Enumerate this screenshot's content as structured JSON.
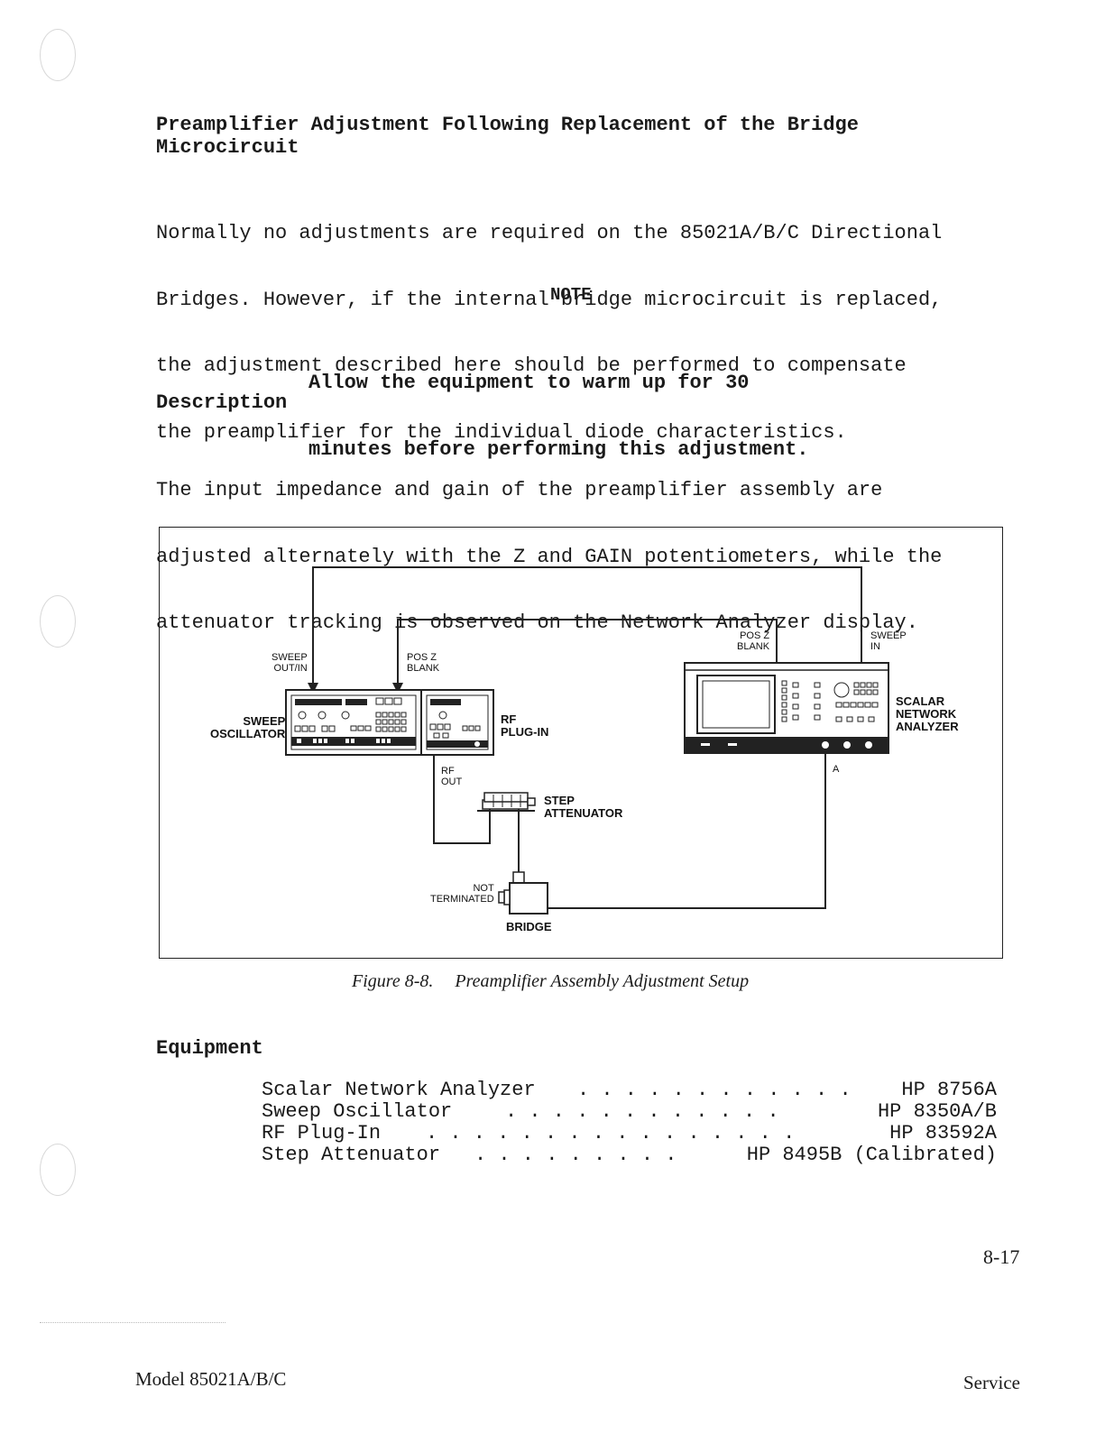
{
  "section_heading_line1": "Preamplifier Adjustment Following Replacement of the Bridge",
  "section_heading_line2": "Microcircuit",
  "intro_lines": [
    "Normally no adjustments are required on the 85021A/B/C Directional",
    "Bridges. However, if the internal bridge microcircuit is replaced,",
    "the adjustment described here should be performed to compensate",
    "the preamplifier for the individual diode characteristics."
  ],
  "note_title": "NOTE",
  "note_lines": [
    "Allow the equipment to warm up for 30",
    "minutes before performing this adjustment."
  ],
  "description_heading": "Description",
  "description_lines": [
    "The input impedance and gain of the preamplifier assembly are",
    "adjusted alternately with the Z and GAIN potentiometers, while the",
    "attenuator tracking is observed on the Network Analyzer display."
  ],
  "figure": {
    "labels": {
      "sweep_out_in": "SWEEP\nOUT/IN",
      "pos_z_blank_left": "POS Z\nBLANK",
      "pos_z_blank_right": "POS Z\nBLANK",
      "sweep_in": "SWEEP\nIN",
      "sweep_oscillator": "SWEEP\nOSCILLATOR",
      "rf_plug_in": "RF\nPLUG-IN",
      "scalar_network_analyzer": "SCALAR\nNETWORK\nANALYZER",
      "rf_out": "RF\nOUT",
      "step_attenuator": "STEP\nATTENUATOR",
      "port_a": "A",
      "not_terminated": "NOT\nTERMINATED",
      "bridge": "BRIDGE"
    },
    "caption_number": "Figure 8-8.",
    "caption_title": "Preamplifier Assembly Adjustment Setup"
  },
  "equipment_heading": "Equipment",
  "equipment": [
    {
      "name": "Scalar Network Analyzer",
      "dots": ". . . . . . . . . . . .",
      "model": "HP 8756A"
    },
    {
      "name": "Sweep Oscillator",
      "dots": ". . . . . . . . . . . .",
      "model": "HP 8350A/B"
    },
    {
      "name": "RF Plug-In",
      "dots": ". . . . . . . . . . . . . . . .",
      "model": "HP 83592A"
    },
    {
      "name": "Step Attenuator",
      "dots": ". . . . . . . . .",
      "model": "HP 8495B (Calibrated)"
    }
  ],
  "page_number": "8-17",
  "footer_left": "Model 85021A/B/C",
  "footer_right": "Service"
}
